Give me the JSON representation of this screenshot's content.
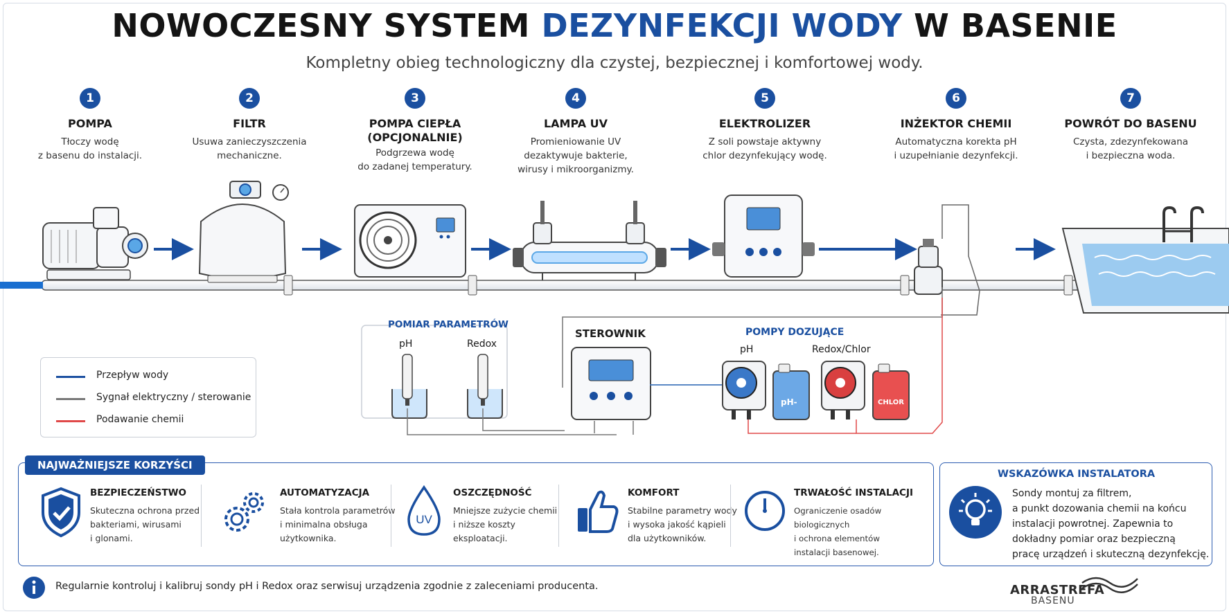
{
  "title": {
    "part1": "NOWOCZESNY SYSTEM ",
    "highlight": "DEZYNFEKCJI WODY",
    "part2": " W BASENIE"
  },
  "subtitle": "Kompletny obieg technologiczny dla czystej, bezpiecznej i komfortowej wody.",
  "steps": [
    {
      "num": "1",
      "name": "POMPA",
      "desc1": "Tłoczy wodę",
      "desc2": "z basenu do instalacji."
    },
    {
      "num": "2",
      "name": "FILTR",
      "desc1": "Usuwa zanieczyszczenia",
      "desc2": "mechaniczne."
    },
    {
      "num": "3",
      "name": "POMPA CIEPŁA",
      "name2": "(OPCJONALNIE)",
      "desc1": "Podgrzewa wodę",
      "desc2": "do zadanej temperatury."
    },
    {
      "num": "4",
      "name": "LAMPA UV",
      "desc1": "Promieniowanie UV",
      "desc2": "dezaktywuje bakterie,",
      "desc3": "wirusy i mikroorganizmy."
    },
    {
      "num": "5",
      "name": "ELEKTROLIZER",
      "desc1": "Z soli powstaje aktywny",
      "desc2": "chlor dezynfekujący wodę."
    },
    {
      "num": "6",
      "name": "INŻEKTOR CHEMII",
      "desc1": "Automatyczna korekta pH",
      "desc2": "i uzupełnianie dezynfekcji."
    },
    {
      "num": "7",
      "name": "POWRÓT DO BASENU",
      "desc1": "Czysta, zdezynfekowana",
      "desc2": "i bezpieczna woda."
    }
  ],
  "measurement": {
    "title": "POMIAR PARAMETRÓW",
    "ph": "pH",
    "redox": "Redox"
  },
  "controller": {
    "title": "STEROWNIK"
  },
  "dosing": {
    "title": "POMPY DOZUJĄCE",
    "ph": "pH",
    "redox": "Redox/Chlor",
    "canister_ph": "pH-",
    "canister_chlor": "CHLOR"
  },
  "legend": [
    {
      "label": "Przepływ wody",
      "color": "#1a4fa0"
    },
    {
      "label": "Sygnał elektryczny / sterowanie",
      "color": "#777777"
    },
    {
      "label": "Podawanie chemii",
      "color": "#e04848"
    }
  ],
  "benefits": {
    "header": "NAJWAŻNIEJSZE KORZYŚCI",
    "items": [
      {
        "icon": "shield-check-icon",
        "title": "BEZPIECZEŃSTWO",
        "l1": "Skuteczna ochrona przed",
        "l2": "bakteriami, wirusami",
        "l3": "i glonami."
      },
      {
        "icon": "gears-icon",
        "title": "AUTOMATYZACJA",
        "l1": "Stała kontrola parametrów",
        "l2": "i minimalna obsługa",
        "l3": "użytkownika."
      },
      {
        "icon": "uv-drop-icon",
        "title": "OSZCZĘDNOŚĆ",
        "l1": "Mniejsze zużycie chemii",
        "l2": "i niższe koszty",
        "l3": "eksploatacji.",
        "icon_text": "UV"
      },
      {
        "icon": "thumbs-up-icon",
        "title": "KOMFORT",
        "l1": "Stabilne parametry wody",
        "l2": "i wysoka jakość kąpieli",
        "l3": "dla użytkowników."
      },
      {
        "icon": "clock-icon",
        "title": "TRWAŁOŚĆ INSTALACJI",
        "l1": "Ograniczenie osadów biologicznych",
        "l2": "i ochrona elementów",
        "l3": "instalacji basenowej."
      }
    ]
  },
  "tip": {
    "title": "WSKAZÓWKA INSTALATORA",
    "l1": "Sondy montuj za filtrem,",
    "l2": "a punkt dozowania chemii na końcu",
    "l3": "instalacji powrotnej. Zapewnia to",
    "l4": "dokładny pomiar oraz bezpieczną",
    "l5": "pracę urządzeń i skuteczną dezynfekcję."
  },
  "info": "Regularnie kontroluj i kalibruj sondy pH i Redox oraz serwisuj urządzenia zgodnie z zaleceniami producenta.",
  "logo": {
    "line1": "ARRASTREFA",
    "line2": "BASENU"
  },
  "colors": {
    "accent": "#1a4fa0",
    "signal": "#777777",
    "chemical": "#e04848",
    "water": "#9ccbf0"
  }
}
